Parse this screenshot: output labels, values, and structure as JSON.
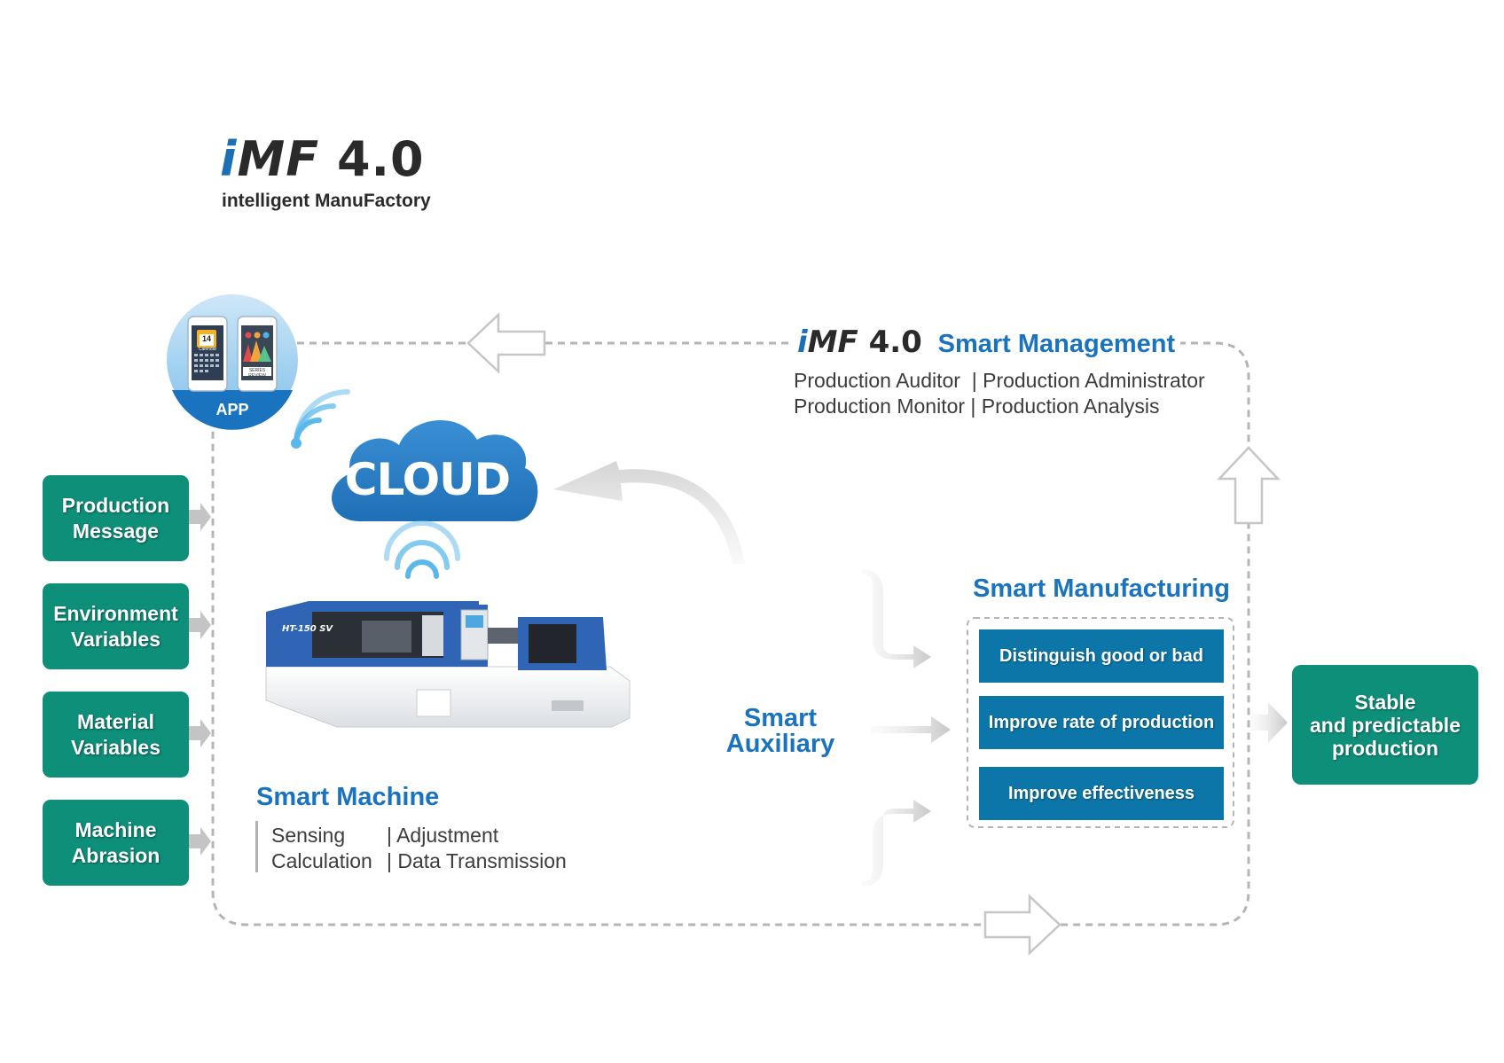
{
  "logo": {
    "i": "i",
    "mf": "MF",
    "version": "4.0",
    "tagline": "intelligent ManuFactory"
  },
  "app": {
    "label": "APP",
    "phone_left_date": "14",
    "phone_left_title": "Calendar",
    "phone_right_title": "SERIES REVIEW"
  },
  "cloud": {
    "label": "CLOUD"
  },
  "machine": {
    "model": "HT-150 SV"
  },
  "smart_management": {
    "logo_i": "i",
    "logo_mf": "MF",
    "logo_version": "4.0",
    "title": "Smart Management",
    "line1": "Production Auditor  | Production Administrator",
    "line2": "Production Monitor | Production Analysis"
  },
  "inputs": [
    {
      "line1": "Production",
      "line2": "Message"
    },
    {
      "line1": "Environment",
      "line2": "Variables"
    },
    {
      "line1": "Material",
      "line2": "Variables"
    },
    {
      "line1": "Machine",
      "line2": "Abrasion"
    }
  ],
  "smart_machine": {
    "title": "Smart Machine",
    "col1": [
      "Sensing",
      "Calculation"
    ],
    "col2": [
      "| Adjustment",
      "| Data Transmission"
    ]
  },
  "smart_auxiliary": {
    "line1": "Smart",
    "line2": "Auxiliary"
  },
  "smart_manufacturing": {
    "title": "Smart Manufacturing",
    "items": [
      "Distinguish good or bad",
      "Improve rate of production",
      "Improve effectiveness"
    ]
  },
  "output": {
    "line1": "Stable",
    "line2": "and predictable",
    "line3": "production"
  },
  "colors": {
    "teal": "#0e8f7a",
    "blue": "#1a73bf",
    "button_blue": "#0d76a8",
    "dash_gray": "#b5b5b5"
  }
}
